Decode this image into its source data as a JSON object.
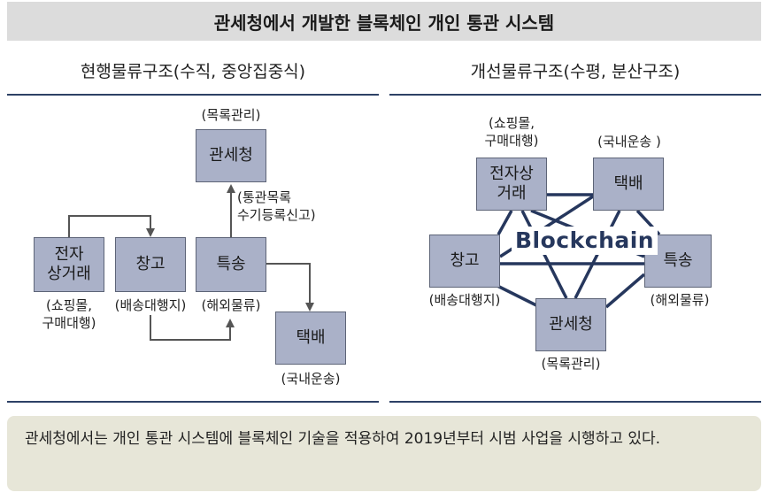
{
  "title": "관세청에서 개발한 블록체인 개인 통관 시스템",
  "left": {
    "heading": "현행물류구조(수직, 중앙집중식)",
    "boxes": {
      "customs": "관세청",
      "ecommerce": "전자\n상거래",
      "warehouse": "창고",
      "express": "특송",
      "delivery": "택배"
    },
    "labels": {
      "customs_role": "(목록관리)",
      "express_to_customs": "(통관목록\n수기등록신고)",
      "ecommerce_role": "(쇼핑몰,\n구매대행)",
      "warehouse_role": "(배송대행지)",
      "express_role": "(해외물류)",
      "delivery_role": "(국내운송)"
    }
  },
  "right": {
    "heading": "개선물류구조(수평, 분산구조)",
    "center_label": "Blockchain",
    "boxes": {
      "ecommerce": "전자상\n거래",
      "delivery": "택배",
      "warehouse": "창고",
      "express": "특송",
      "customs": "관세청"
    },
    "labels": {
      "ecommerce_role": "(쇼핑몰,\n구매대행)",
      "delivery_role": "(국내운송 )",
      "warehouse_role": "(배송대행지)",
      "express_role": "(해외물류)",
      "customs_role": "(목록관리)"
    }
  },
  "note": "관세청에서는 개인 통관 시스템에 블록체인 기술을 적용하여 2019년부터 시범 사업을 시행하고 있다.",
  "colors": {
    "box_fill": "#aab1c8",
    "box_border": "#5d6477",
    "network_line": "#26375d",
    "arrow": "#555555",
    "rule": "#2d4166",
    "title_bg": "#dcdcdc",
    "note_bg": "#e7e6d8"
  }
}
